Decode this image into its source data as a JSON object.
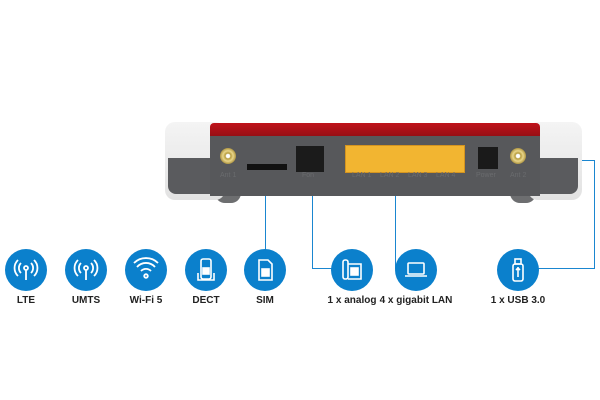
{
  "router": {
    "ports": [
      "Ant 1",
      "Fon",
      "LAN 1",
      "LAN 2",
      "LAN 3",
      "LAN 4",
      "Power",
      "Ant 2"
    ]
  },
  "features": [
    {
      "label": "LTE",
      "icon": "lte-antenna-icon"
    },
    {
      "label": "UMTS",
      "icon": "umts-antenna-icon"
    },
    {
      "label": "Wi-Fi 5",
      "icon": "wifi-icon"
    },
    {
      "label": "DECT",
      "icon": "dect-phone-icon"
    },
    {
      "label": "SIM",
      "icon": "sim-card-icon"
    },
    {
      "label": "1 x analog",
      "icon": "analog-phone-icon"
    },
    {
      "label": "4 x gigabit LAN",
      "icon": "laptop-icon"
    },
    {
      "label": "1 x USB 3.0",
      "icon": "usb-stick-icon"
    }
  ],
  "colors": {
    "accent": "#0b80cc",
    "router_red": "#b01218",
    "port_yellow": "#f0a830"
  }
}
